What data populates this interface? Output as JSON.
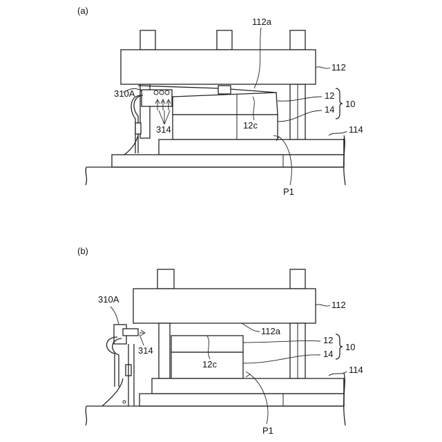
{
  "panels": [
    {
      "tag": "(a)",
      "labels": {
        "upper_plate": "112",
        "upper_plate_surface": "112a",
        "jig_upper": "12",
        "jig_lower": "14",
        "assembly": "10",
        "base": "114",
        "device": "310A",
        "nozzles": "314",
        "cavity": "12c",
        "point": "P1"
      }
    },
    {
      "tag": "(b)",
      "labels": {
        "upper_plate": "112",
        "upper_plate_surface": "112a",
        "jig_upper": "12",
        "jig_lower": "14",
        "assembly": "10",
        "base": "114",
        "device": "310A",
        "nozzles": "314",
        "cavity": "12c",
        "point": "P1"
      }
    }
  ]
}
